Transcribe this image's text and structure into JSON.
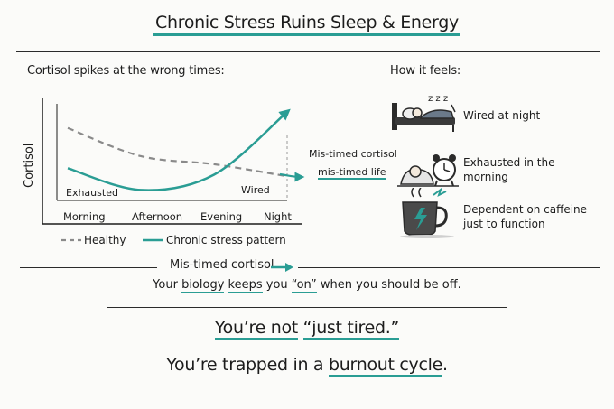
{
  "title": "Chronic Stress Ruins Sleep & Energy",
  "chart_section": {
    "label": "Cortisol spikes at the wrong times:",
    "ylabel": "Cortisol",
    "x_ticks": [
      "Morning",
      "Afternoon",
      "Evening",
      "Night"
    ],
    "annotations": {
      "low_point": "Exhausted",
      "high_point": "Wired"
    },
    "legend": {
      "healthy": "Healthy",
      "stress": "Chronic stress pattern"
    },
    "callout_line1": "Mis-timed cortisol",
    "callout_line2": "mis-timed life"
  },
  "chart_data": {
    "type": "line",
    "x": [
      "Morning",
      "Afternoon",
      "Evening",
      "Night"
    ],
    "ylabel": "Cortisol",
    "series": [
      {
        "name": "Healthy",
        "style": "dashed",
        "color": "#8a8a8a",
        "values": [
          9,
          5.5,
          4.5,
          3
        ]
      },
      {
        "name": "Chronic stress pattern",
        "style": "solid",
        "color": "#2a9d94",
        "values": [
          4,
          1.3,
          3.2,
          11
        ]
      }
    ]
  },
  "feels": {
    "label": "How it feels:",
    "items": [
      {
        "icon": "sleeping-in-bed-icon",
        "text": "Wired at night"
      },
      {
        "icon": "alarm-clock-sleeper-icon",
        "text": "Exhausted in the morning"
      },
      {
        "icon": "coffee-mug-icon",
        "text": "Dependent on caffeine just to function"
      }
    ]
  },
  "middle": {
    "line1": "Mis-timed cortisol",
    "line2_pre": "Your ",
    "line2_b1": "biology",
    "line2_mid1": " ",
    "line2_b2": "keeps",
    "line2_mid2": " you ",
    "line2_b3": "“on”",
    "line2_post": " when you should be off."
  },
  "footer": {
    "line1_a": "You’re not",
    "line1_b": "“just tired.”",
    "line2_a": "You’re trapped in a ",
    "line2_b": "burnout cycle",
    "line2_c": "."
  },
  "colors": {
    "accent": "#2a9d94",
    "ink": "#1c1c1c",
    "healthy": "#8a8a8a"
  }
}
